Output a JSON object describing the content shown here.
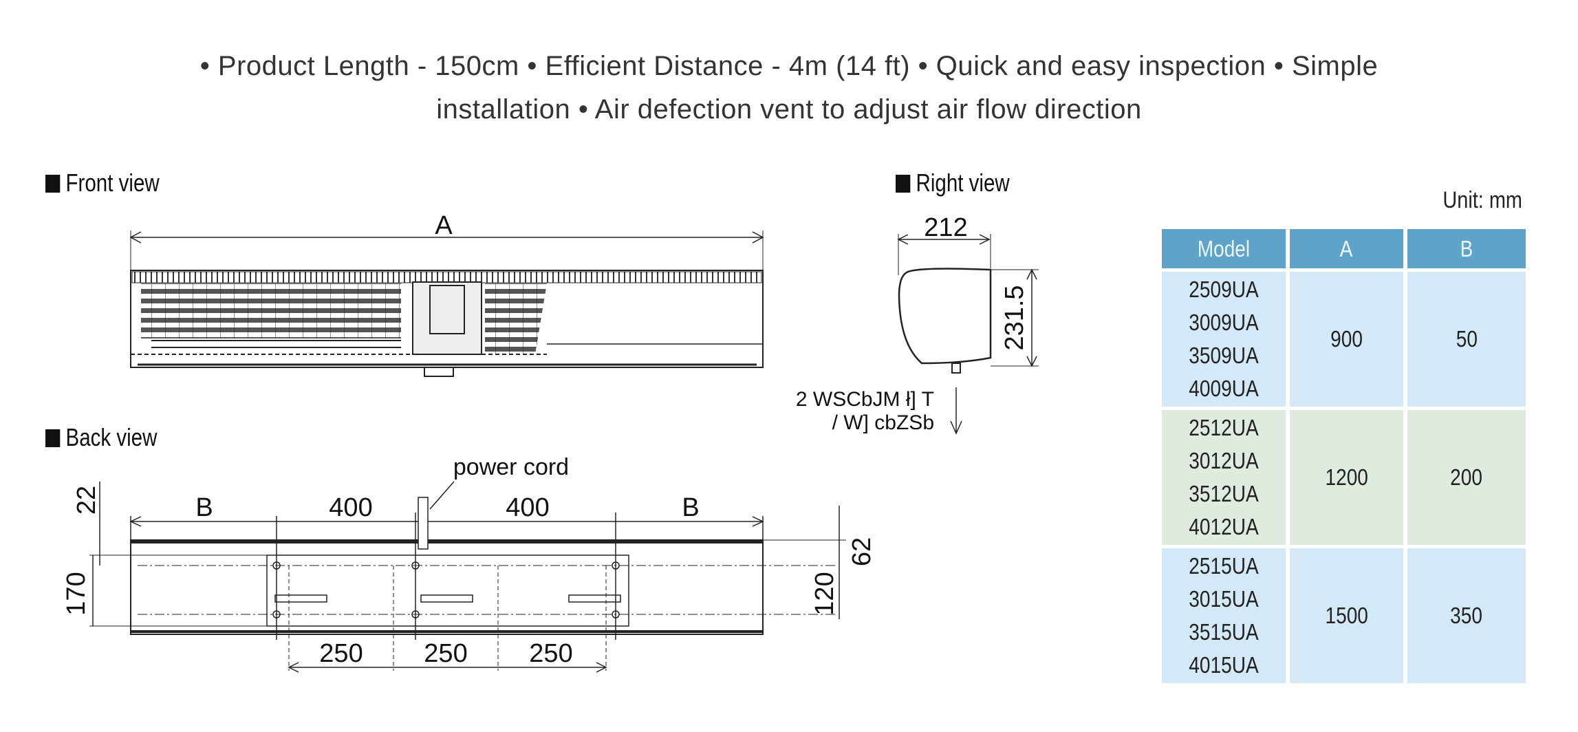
{
  "intro": {
    "line1": "• Product Length - 150cm • Efficient Distance - 4m (14 ft) • Quick and easy inspection • Simple",
    "line2": "installation • Air defection vent to adjust air flow direction"
  },
  "views": {
    "front": "Front view",
    "right": "Right view",
    "back": "Back view"
  },
  "front_dims": {
    "A": "A"
  },
  "right_dims": {
    "width": "212",
    "height": "231.5",
    "note_line1": "2 WSCbJM ł] T",
    "note_line2": "/ W] cbZSb"
  },
  "back_dims": {
    "power_cord": "power cord",
    "B_left": "B",
    "d400_left": "400",
    "d400_right": "400",
    "B_right": "B",
    "d22": "22",
    "d170": "170",
    "d62": "62",
    "d120": "120",
    "d250_1": "250",
    "d250_2": "250",
    "d250_3": "250"
  },
  "table": {
    "unit": "Unit: mm",
    "headers": [
      "Model",
      "A",
      "B"
    ],
    "groups": [
      {
        "models": [
          "2509UA",
          "3009UA",
          "3509UA",
          "4009UA"
        ],
        "A": "900",
        "B": "50"
      },
      {
        "models": [
          "2512UA",
          "3012UA",
          "3512UA",
          "4012UA"
        ],
        "A": "1200",
        "B": "200"
      },
      {
        "models": [
          "2515UA",
          "3015UA",
          "3515UA",
          "4015UA"
        ],
        "A": "1500",
        "B": "350"
      }
    ]
  },
  "colors": {
    "header": "#5fa3c8",
    "blue_row": "#d3e9f8",
    "green_row": "#e0ebdf"
  }
}
